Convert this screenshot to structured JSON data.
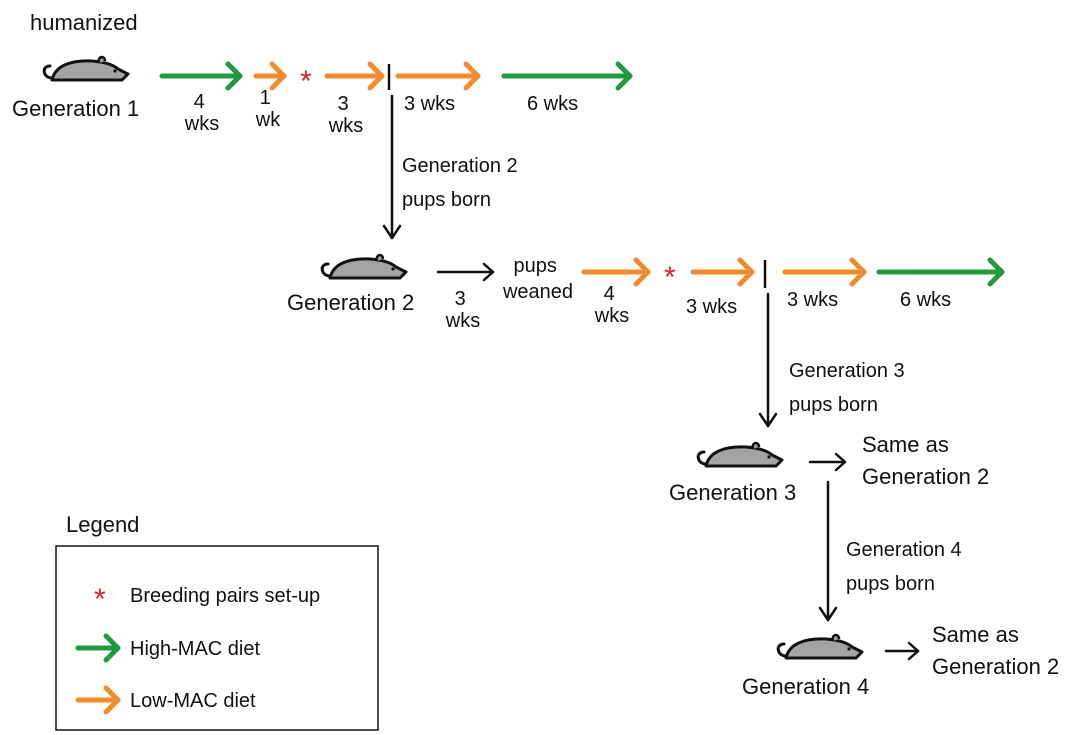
{
  "colors": {
    "high_mac": "#1f9a3f",
    "low_mac": "#f28a2e",
    "neutral": "#111111",
    "asterisk": "#e0202a",
    "mouse_fill": "#a3a3a3"
  },
  "generation1": {
    "top_label": "humanized",
    "label": "Generation 1",
    "durations": {
      "d1": [
        "4",
        "wks"
      ],
      "d2": [
        "1",
        "wk"
      ],
      "d3": [
        "3",
        "wks"
      ],
      "d4": "3 wks",
      "d5": "6 wks"
    },
    "pups_born": [
      "Generation 2",
      "pups born"
    ]
  },
  "generation2": {
    "label": "Generation 2",
    "durations": {
      "d1": [
        "3",
        "wks"
      ],
      "weaned": [
        "pups",
        "weaned"
      ],
      "d2": [
        "4",
        "wks"
      ],
      "d3": "3 wks",
      "d4": "3 wks",
      "d5": "6 wks"
    },
    "pups_born": [
      "Generation 3",
      "pups born"
    ]
  },
  "generation3": {
    "label": "Generation 3",
    "same_as": [
      "Same as",
      "Generation 2"
    ],
    "pups_born": [
      "Generation 4",
      "pups born"
    ]
  },
  "generation4": {
    "label": "Generation 4",
    "same_as": [
      "Same as",
      "Generation 2"
    ]
  },
  "legend": {
    "title": "Legend",
    "breeding_symbol": "*",
    "breeding": "Breeding pairs set-up",
    "high_mac": "High-MAC diet",
    "low_mac": "Low-MAC diet"
  }
}
